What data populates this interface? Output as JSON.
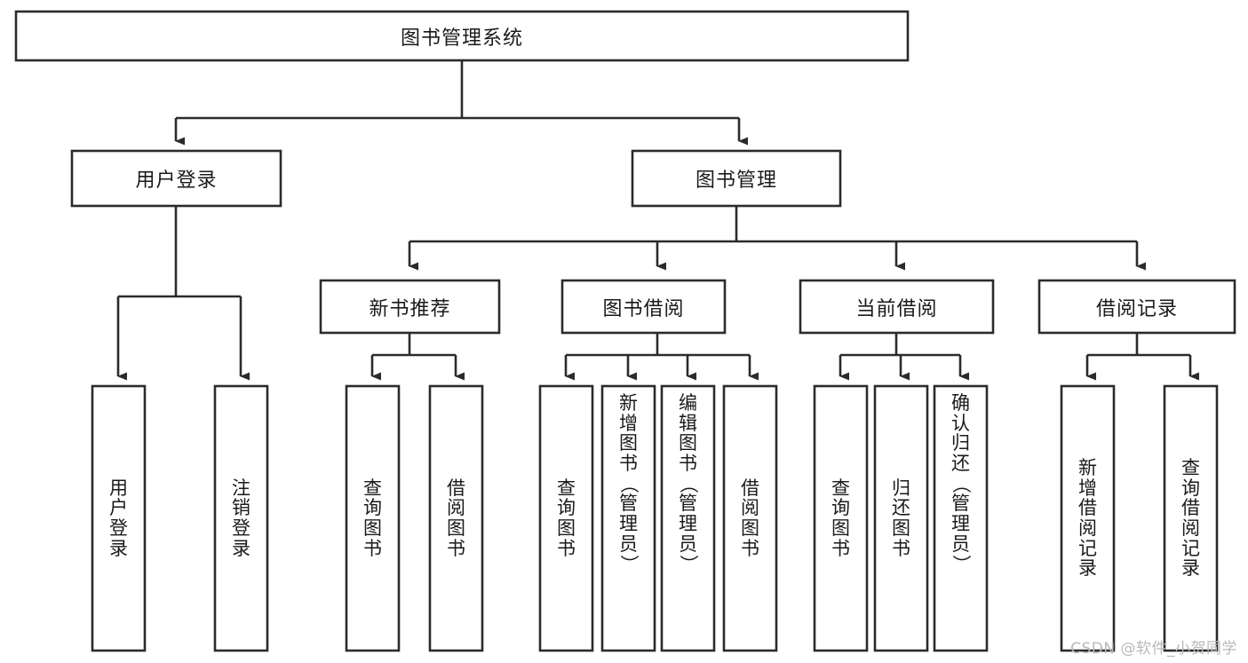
{
  "diagram": {
    "title": "图书管理系统",
    "type": "tree",
    "watermark": "CSDN @软件_小贺同学",
    "colors": {
      "stroke": "#2b2b2b",
      "fill": "#ffffff",
      "text": "#1a1a1a",
      "watermark": "#b9b9b9"
    },
    "levels": {
      "root": {
        "label": "图书管理系统"
      },
      "level2": [
        {
          "label": "用户登录"
        },
        {
          "label": "图书管理"
        }
      ],
      "level3": [
        {
          "label": "新书推荐"
        },
        {
          "label": "图书借阅"
        },
        {
          "label": "当前借阅"
        },
        {
          "label": "借阅记录"
        }
      ],
      "leaves": {
        "user_login": [
          {
            "label": "用户登录"
          },
          {
            "label": "注销登录"
          }
        ],
        "new_book_recommend": [
          {
            "label": "查询图书"
          },
          {
            "label": "借阅图书"
          }
        ],
        "book_borrow": [
          {
            "label": "查询图书"
          },
          {
            "label": "新增图书（管理员）"
          },
          {
            "label": "编辑图书（管理员）"
          },
          {
            "label": "借阅图书"
          }
        ],
        "current_borrow": [
          {
            "label": "查询图书"
          },
          {
            "label": "归还图书"
          },
          {
            "label": "确认归还（管理员）"
          }
        ],
        "borrow_record": [
          {
            "label": "新增借阅记录"
          },
          {
            "label": "查询借阅记录"
          }
        ]
      }
    }
  }
}
